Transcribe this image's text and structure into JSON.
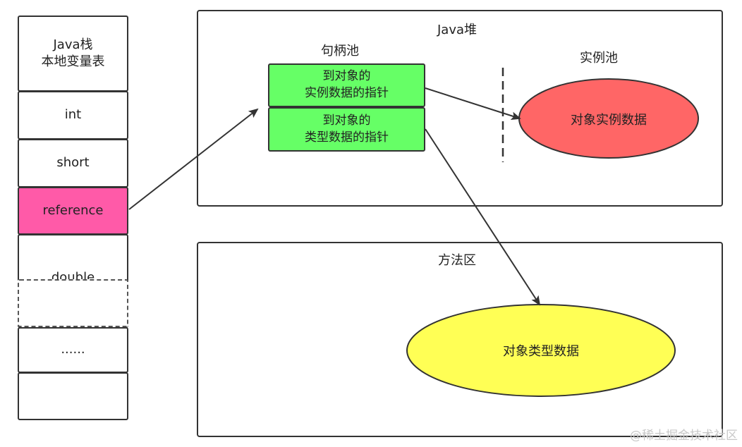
{
  "stack": {
    "title": "Java栈\n本地变量表",
    "items": {
      "int": "int",
      "short": "short",
      "reference": "reference",
      "double": "double",
      "ellipsis": "......"
    }
  },
  "heap": {
    "title": "Java堆",
    "handle_pool_label": "句柄池",
    "instance_pool_label": "实例池",
    "handle_instance_ptr": "到对象的\n实例数据的指针",
    "handle_type_ptr": "到对象的\n类型数据的指针",
    "instance_data": "对象实例数据"
  },
  "method_area": {
    "title": "方法区",
    "type_data": "对象类型数据"
  },
  "colors": {
    "reference_fill": "#ff5aa8",
    "handle_fill": "#66ff66",
    "instance_fill": "#ff6666",
    "type_fill": "#ffff55"
  },
  "watermark": "@稀土掘金技术社区"
}
